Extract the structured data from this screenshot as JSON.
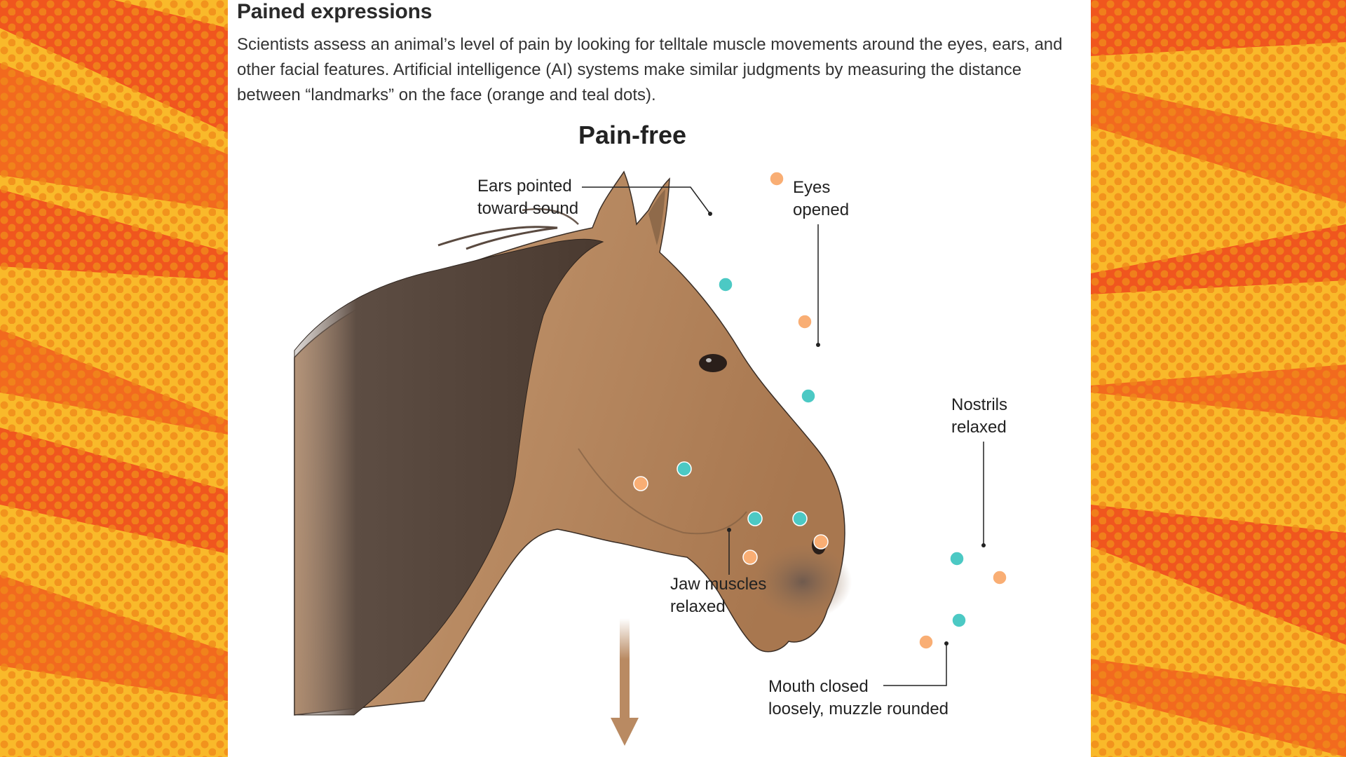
{
  "header": {
    "title": "Pained expressions",
    "description": "Scientists assess an animal’s level of pain by looking for telltale muscle movements around the eyes, ears, and other facial features. Artificial intelligence (AI) systems make similar judgments by measuring the distance between “landmarks” on the face (orange and teal dots)."
  },
  "diagram": {
    "heading": "Pain-free",
    "labels": {
      "ears_line1": "Ears pointed",
      "ears_line2": "toward sound",
      "eyes_line1": "Eyes",
      "eyes_line2": "opened",
      "nostrils_line1": "Nostrils",
      "nostrils_line2": "relaxed",
      "jaw_line1": "Jaw muscles",
      "jaw_line2": "relaxed",
      "mouth_line1": "Mouth closed",
      "mouth_line2": "loosely, muzzle rounded"
    },
    "colors": {
      "orange_landmark": "#f9ae74",
      "teal_landmark": "#4cc9c4",
      "coat": "#b88a62",
      "mane": "#5a4a40",
      "arrow": "#b98a62"
    }
  }
}
